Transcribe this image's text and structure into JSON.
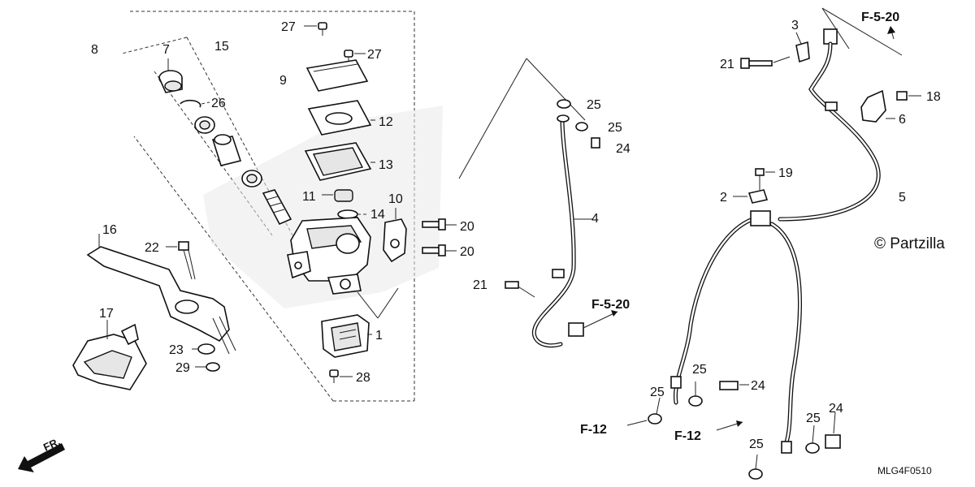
{
  "callouts": {
    "c1": "1",
    "c2": "2",
    "c3": "3",
    "c4": "4",
    "c5": "5",
    "c6": "6",
    "c7": "7",
    "c8": "8",
    "c9": "9",
    "c10": "10",
    "c11": "11",
    "c12": "12",
    "c13": "13",
    "c14": "14",
    "c15": "15",
    "c16": "16",
    "c17": "17",
    "c18": "18",
    "c19": "19",
    "c20": "20",
    "c21": "21",
    "c22": "22",
    "c23": "23",
    "c24": "24",
    "c25": "25",
    "c26": "26",
    "c27": "27",
    "c28": "28",
    "c29": "29"
  },
  "references": {
    "f520": "F-5-20",
    "f12": "F-12"
  },
  "copyright": "© Partzilla",
  "diagram_code": "MLG4F0510",
  "front_arrow": "FR."
}
